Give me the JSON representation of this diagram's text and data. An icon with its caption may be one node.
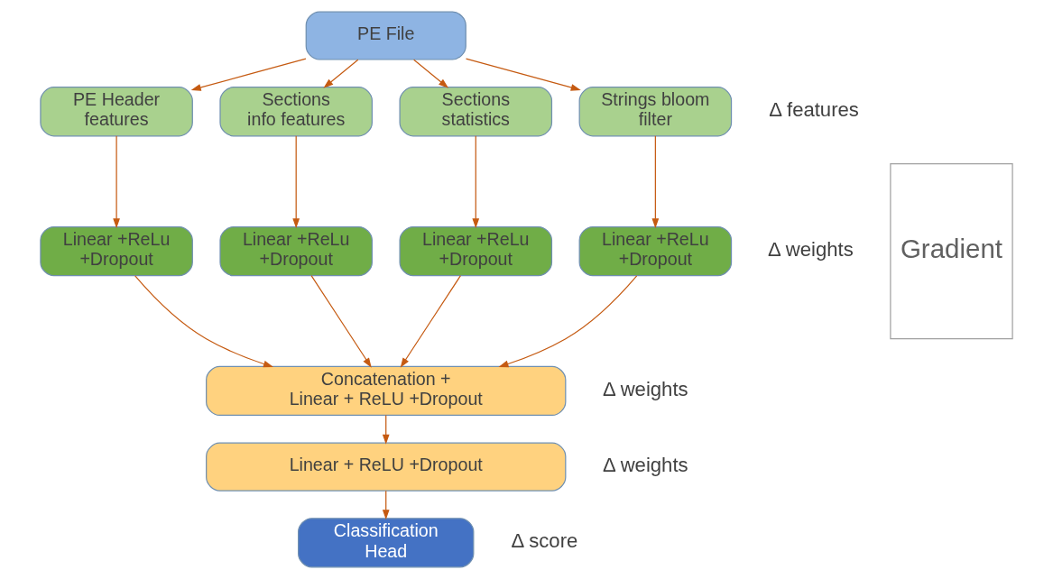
{
  "diagram": {
    "nodes": [
      {
        "text": [
          "PE File"
        ]
      },
      {
        "text": [
          "PE Header features"
        ]
      },
      {
        "text": [
          "Sections info features"
        ]
      },
      {
        "text": [
          "Sections statistics"
        ]
      },
      {
        "text": [
          "Strings bloom filter"
        ],
        "beside": [
          "Δ features"
        ]
      },
      {
        "text": [
          "Linear +ReLu +Dropout"
        ]
      },
      {
        "text": [
          "Linear +ReLu +Dropout"
        ]
      },
      {
        "text": [
          "Linear +ReLu +Dropout"
        ]
      },
      {
        "text": [
          "Linear +ReLu +Dropout"
        ],
        "beside": [
          "Δ weights"
        ]
      },
      {
        "text": [
          "Concatenation + Linear + ReLU +Dropout"
        ],
        "beside": [
          "Δ weights"
        ]
      },
      {
        "text": [
          "Linear + ReLU +Dropout"
        ],
        "beside": [
          "Δ weights"
        ]
      },
      {
        "text": [
          "Classification Head"
        ],
        "beside": [
          "Δ score"
        ]
      },
      {
        "text": [
          "Gradient"
        ]
      }
    ],
    "edges": [
      {
        "from": 0,
        "to": 1,
        "arrow": "to"
      },
      {
        "from": 0,
        "to": 2,
        "arrow": "to"
      },
      {
        "from": 0,
        "to": 3,
        "arrow": "to"
      },
      {
        "from": 0,
        "to": 4,
        "arrow": "to"
      },
      {
        "from": 1,
        "to": 5,
        "arrow": "to"
      },
      {
        "from": 2,
        "to": 6,
        "arrow": "to"
      },
      {
        "from": 3,
        "to": 7,
        "arrow": "to"
      },
      {
        "from": 4,
        "to": 8,
        "arrow": "to"
      },
      {
        "from": 5,
        "to": 9,
        "arrow": "to"
      },
      {
        "from": 6,
        "to": 9,
        "arrow": "to"
      },
      {
        "from": 7,
        "to": 9,
        "arrow": "to"
      },
      {
        "from": 8,
        "to": 9,
        "arrow": "to"
      },
      {
        "from": 9,
        "to": 10,
        "arrow": "to"
      },
      {
        "from": 10,
        "to": 11,
        "arrow": "to"
      }
    ]
  }
}
